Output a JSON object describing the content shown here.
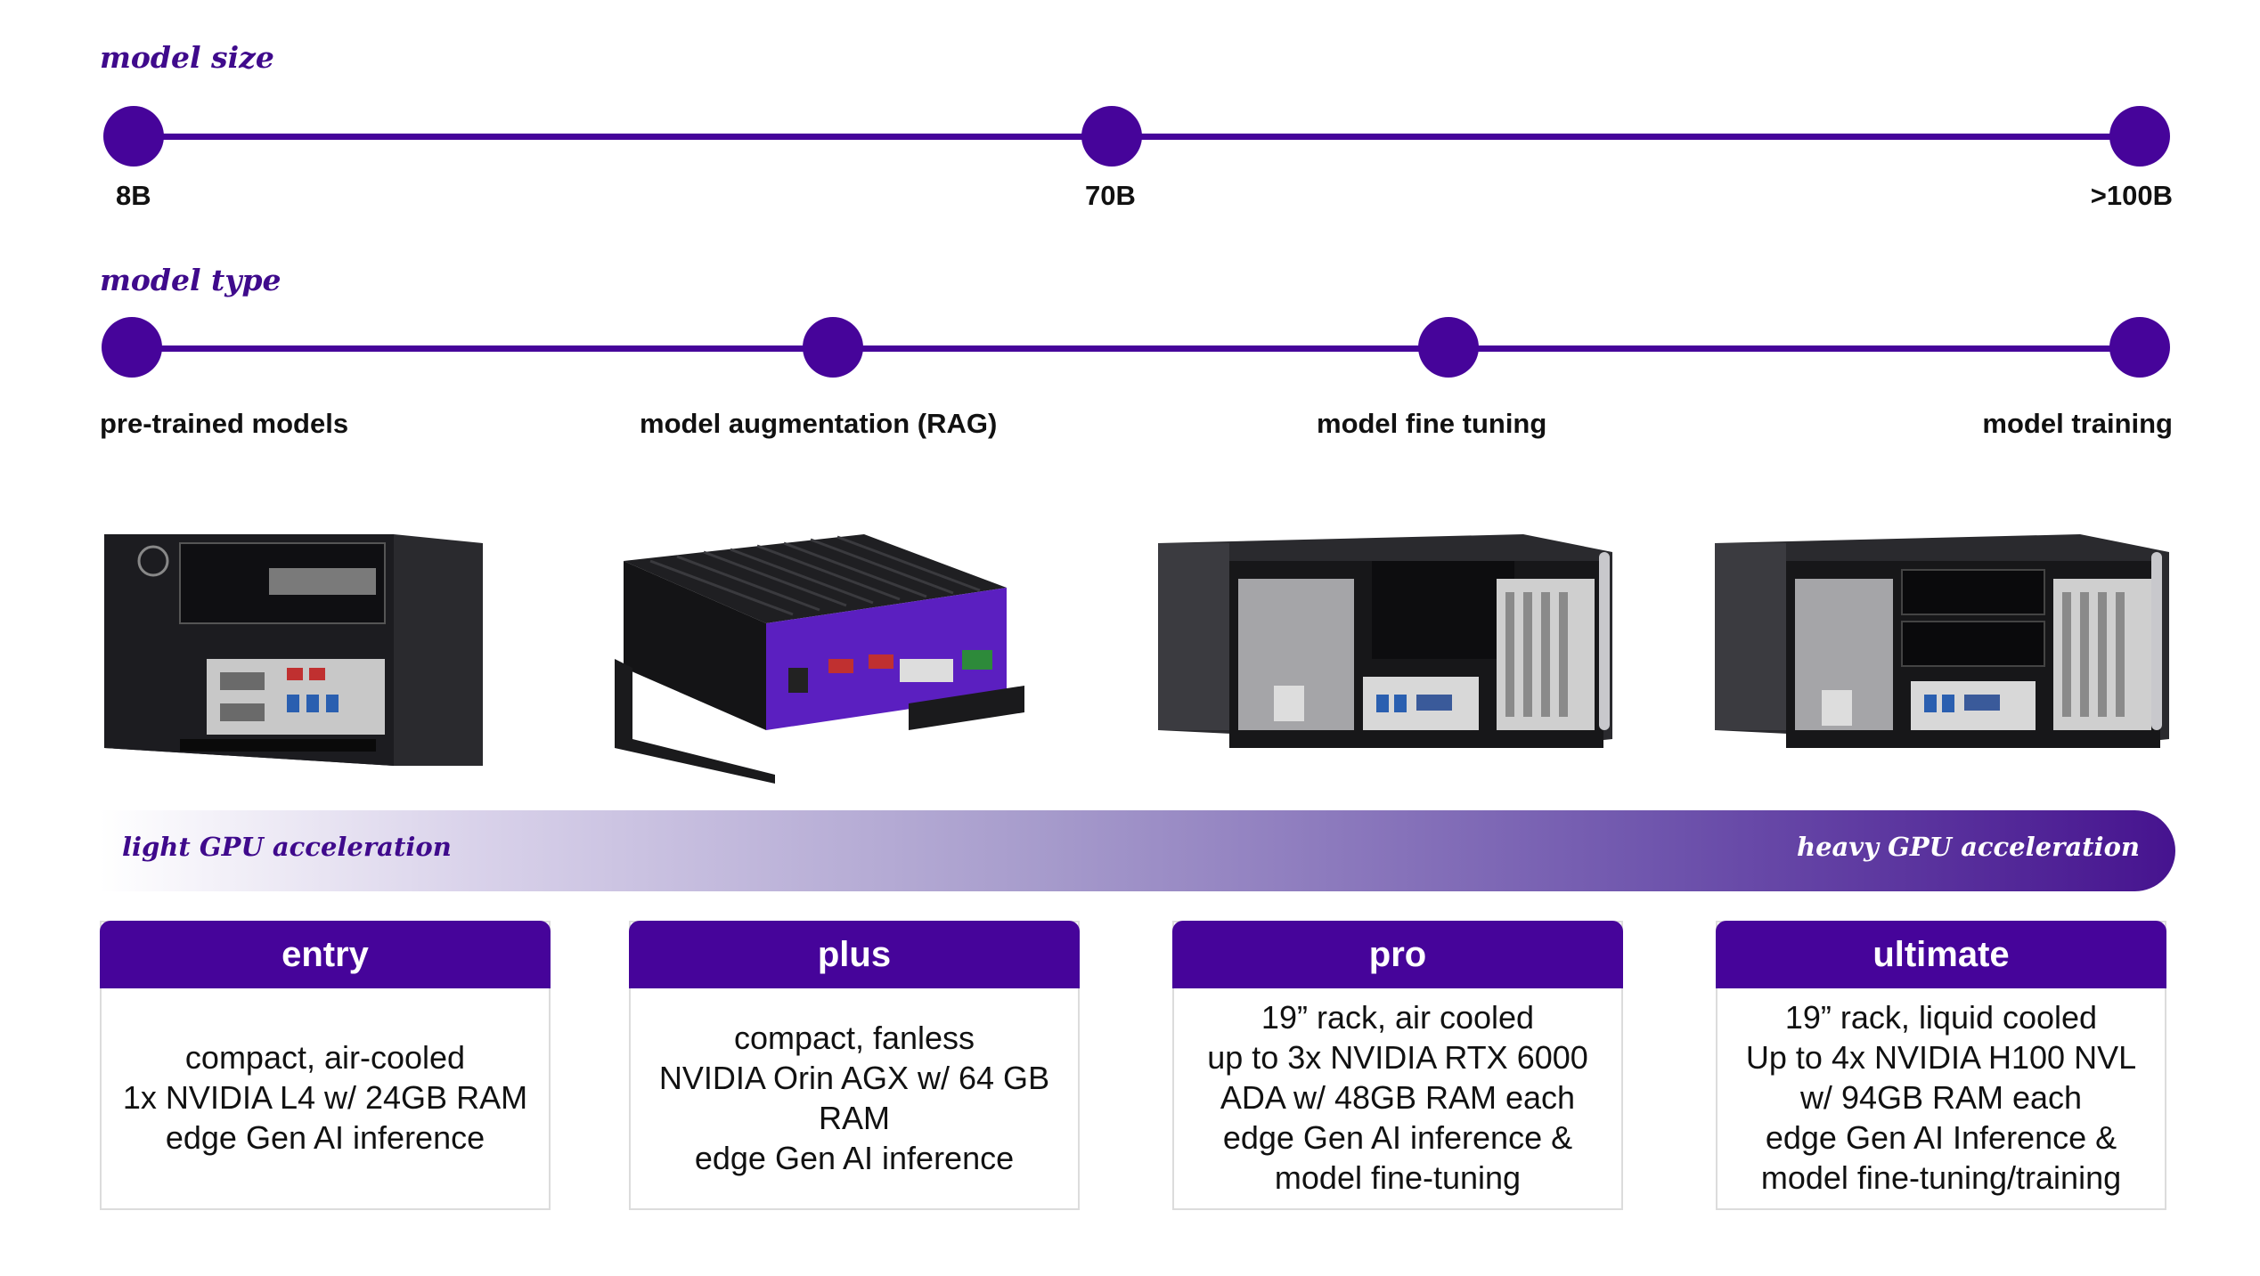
{
  "model_size": {
    "title": "model size",
    "points": [
      "8B",
      "70B",
      ">100B"
    ]
  },
  "model_type": {
    "title": "model type",
    "points": [
      "pre-trained models",
      "model augmentation (RAG)",
      "model fine tuning",
      "model training"
    ]
  },
  "products": [
    {
      "image": "compact air-cooled edge system"
    },
    {
      "image": "fanless embedded system"
    },
    {
      "image": "19-inch rack server"
    },
    {
      "image": "19-inch rack server"
    }
  ],
  "acceleration": {
    "left_label": "light GPU acceleration",
    "right_label": "heavy GPU acceleration"
  },
  "tiers": [
    {
      "name": "entry",
      "lines": [
        "compact, air-cooled",
        "1x NVIDIA L4 w/ 24GB RAM",
        "edge Gen AI inference"
      ]
    },
    {
      "name": "plus",
      "lines": [
        "compact, fanless",
        "NVIDIA Orin AGX w/ 64 GB",
        "RAM",
        "edge Gen AI inference"
      ]
    },
    {
      "name": "pro",
      "lines": [
        "19” rack, air cooled",
        "up to 3x NVIDIA RTX 6000",
        "ADA w/ 48GB RAM each",
        "edge Gen AI inference &",
        "model fine-tuning"
      ]
    },
    {
      "name": "ultimate",
      "lines": [
        "19” rack, liquid cooled",
        "Up to 4x NVIDIA H100 NVL",
        "w/ 94GB RAM each",
        "edge Gen AI Inference &",
        "model fine-tuning/training"
      ]
    }
  ],
  "colors": {
    "accent": "#46049a",
    "device_purple": "#5b1fc0",
    "device_black": "#1c1c20"
  }
}
